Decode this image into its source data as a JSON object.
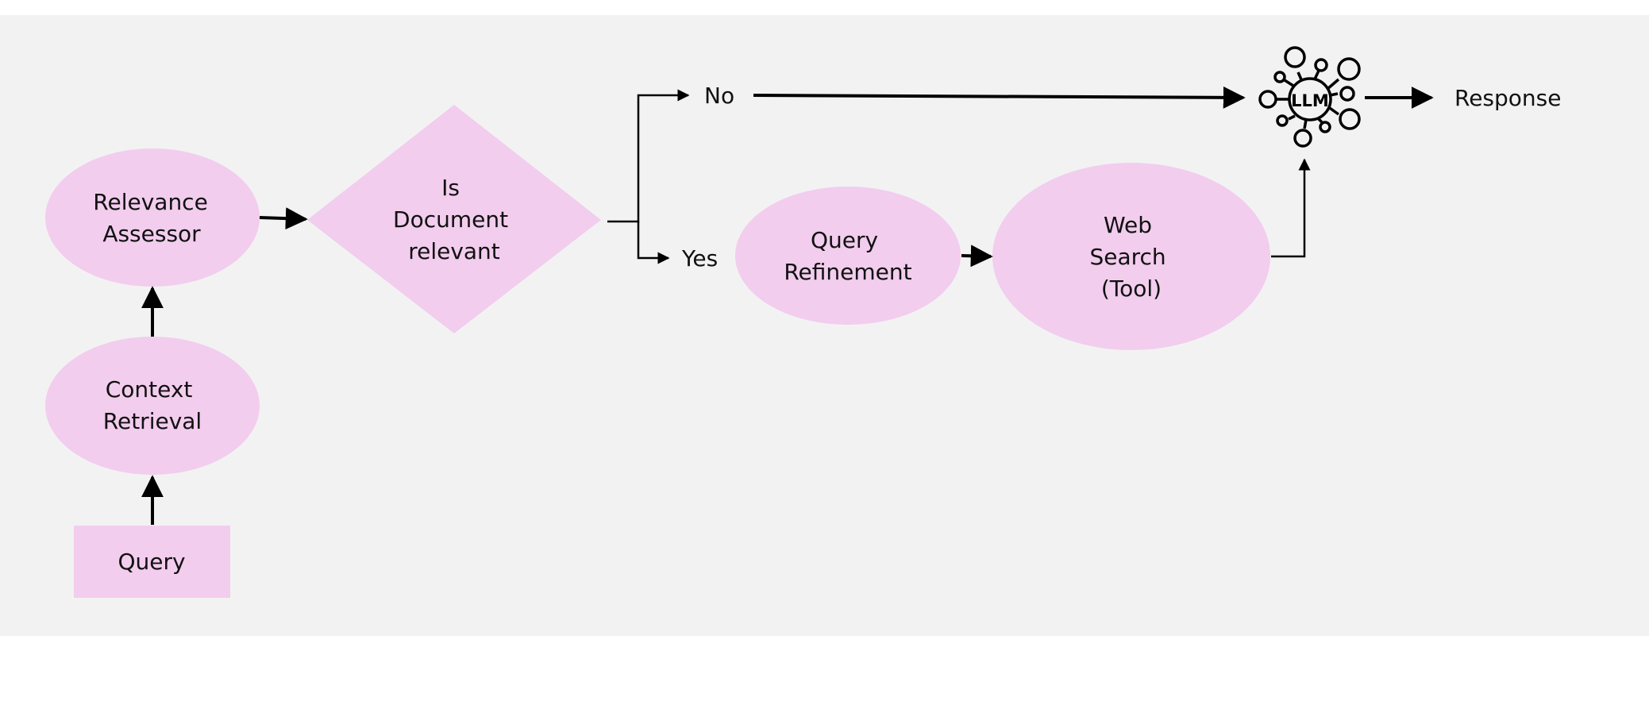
{
  "diagram": {
    "nodes": {
      "query": {
        "label": [
          "Query"
        ]
      },
      "context_retrieval": {
        "label": [
          "Context",
          "Retrieval"
        ]
      },
      "relevance_assessor": {
        "label": [
          "Relevance",
          "Assessor"
        ]
      },
      "decision": {
        "label": [
          "Is",
          "Document",
          "relevant"
        ]
      },
      "query_refinement": {
        "label": [
          "Query",
          "Refinement"
        ]
      },
      "web_search": {
        "label": [
          "Web",
          "Search",
          "(Tool)"
        ]
      },
      "llm": {
        "label": "LLM",
        "icon": "llm-network-icon"
      },
      "response": {
        "label": "Response"
      }
    },
    "branches": {
      "no": "No",
      "yes": "Yes"
    }
  },
  "colors": {
    "background": "#f2f2f2",
    "node_fill": "#f2cdee",
    "line": "#000000",
    "text": "#111111"
  }
}
